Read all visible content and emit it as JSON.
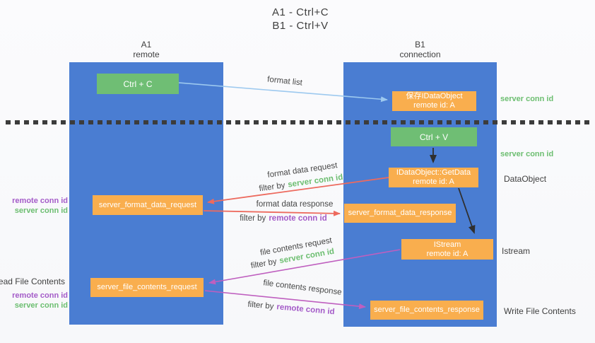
{
  "title": {
    "line1": "A1 - Ctrl+C",
    "line2": "B1 - Ctrl+V"
  },
  "lifelines": {
    "left": {
      "name": "A1",
      "role": "remote"
    },
    "right": {
      "name": "B1",
      "role": "connection"
    }
  },
  "boxes": {
    "ctrl_c": {
      "label": "Ctrl + C"
    },
    "save_dataobject": {
      "line1": "保存IDataObject",
      "line2": "remote id: A"
    },
    "ctrl_v": {
      "label": "Ctrl + V"
    },
    "getdata": {
      "line1": "IDataObject::GetData",
      "line2": "remote id: A"
    },
    "format_request": {
      "label": "server_format_data_request"
    },
    "format_response": {
      "label": "server_format_data_response"
    },
    "istream": {
      "line1": "IStream",
      "line2": "remote id: A"
    },
    "file_request": {
      "label": "server_file_contents_request"
    },
    "file_response": {
      "label": "server_file_contents_response"
    }
  },
  "flow_labels": {
    "format_list": "format list",
    "format_data_request": "format data request",
    "format_data_response": "format data response",
    "file_contents_request": "file contents request",
    "file_contents_response": "file contents response",
    "filter_by": "filter by",
    "server_conn_id": "server conn id",
    "remote_conn_id": "remote conn id"
  },
  "side_labels": {
    "left": {
      "remote_conn_id_top": "remote conn id",
      "server_conn_id_top": "server conn id",
      "read_file_contents": "Read File Contents",
      "remote_conn_id_bottom": "remote conn id",
      "server_conn_id_bottom": "server conn id"
    },
    "right": {
      "server_conn_id_top": "server conn id",
      "server_conn_id_mid": "server conn id",
      "dataobject": "DataObject",
      "istream": "Istream",
      "write_file_contents": "Write File Contents"
    }
  },
  "colors": {
    "lifeline_blue": "#4A7DD2",
    "action_green": "#6FBE74",
    "message_orange": "#F9AE4E",
    "arrow_light_blue": "#9DC9EF",
    "arrow_red": "#ED6A5E",
    "arrow_magenta": "#BF5FBF",
    "text_green": "#6CBE70",
    "text_purple": "#A45BC8",
    "text_dark": "#3F3F3F"
  }
}
